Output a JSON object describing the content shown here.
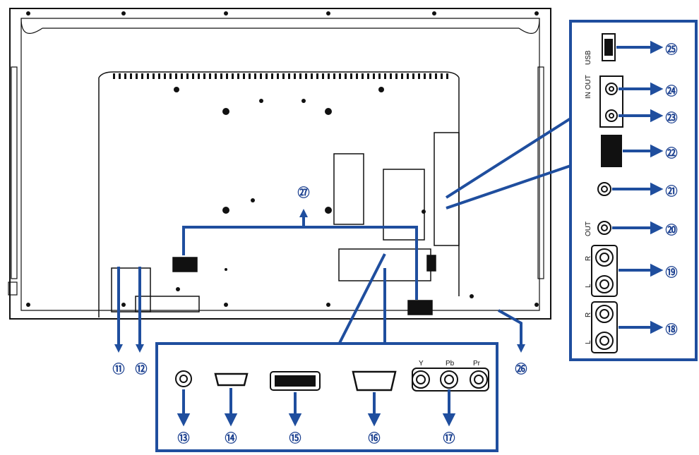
{
  "diagram": {
    "colors": {
      "outline": "#111111",
      "callout_blue": "#1f4e9e",
      "panel_border": "#1f4e9e",
      "badge_text": "#1a3f8f"
    },
    "callouts": [
      {
        "id": "11",
        "label": "⑪"
      },
      {
        "id": "12",
        "label": "⑫"
      },
      {
        "id": "13",
        "label": "⑬"
      },
      {
        "id": "14",
        "label": "⑭"
      },
      {
        "id": "15",
        "label": "⑮"
      },
      {
        "id": "16",
        "label": "⑯"
      },
      {
        "id": "17",
        "label": "⑰"
      },
      {
        "id": "18",
        "label": "⑱"
      },
      {
        "id": "19",
        "label": "⑲"
      },
      {
        "id": "20",
        "label": "⑳"
      },
      {
        "id": "21",
        "label": "㉑"
      },
      {
        "id": "22",
        "label": "㉒"
      },
      {
        "id": "23",
        "label": "㉓"
      },
      {
        "id": "24",
        "label": "㉔"
      },
      {
        "id": "25",
        "label": "㉕"
      },
      {
        "id": "26",
        "label": "㉖"
      },
      {
        "id": "27",
        "label": "㉗"
      }
    ],
    "side_labels": {
      "usb": "USB",
      "in_out": "IN OUT",
      "out": "OUT",
      "r_top": "R",
      "l_top": "L",
      "r_bottom": "R",
      "l_bottom": "L"
    },
    "component_labels": {
      "y": "Y",
      "pb": "Pb",
      "pr": "Pr"
    }
  }
}
